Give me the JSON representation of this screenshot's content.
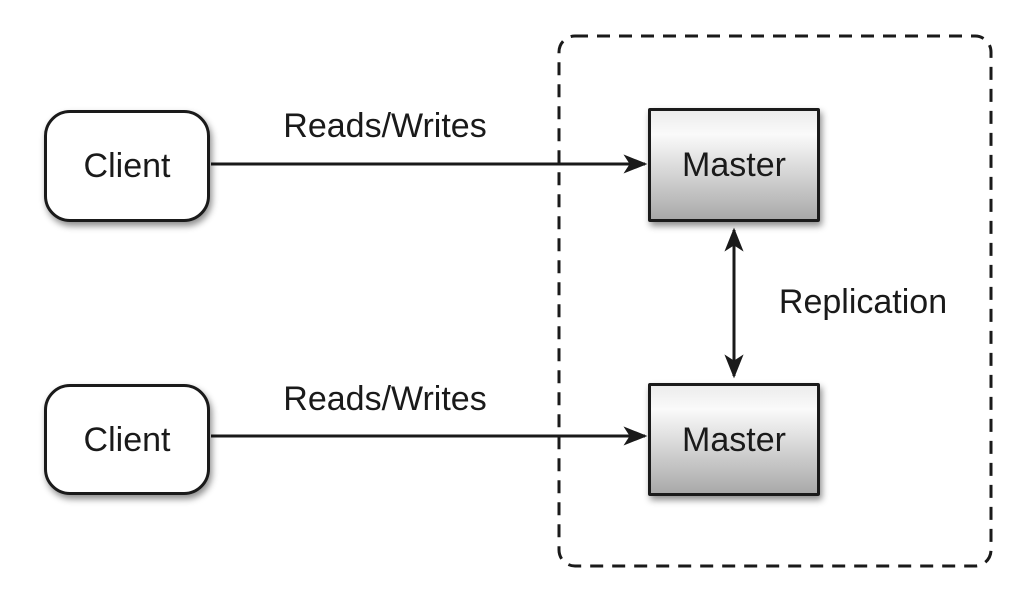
{
  "diagram": {
    "nodes": {
      "client_top": {
        "label": "Client"
      },
      "client_bottom": {
        "label": "Client"
      },
      "master_top": {
        "label": "Master"
      },
      "master_bottom": {
        "label": "Master"
      }
    },
    "edges": {
      "reads_writes_top": {
        "label": "Reads/Writes",
        "from": "client_top",
        "to": "master_top",
        "style": "single-arrow"
      },
      "reads_writes_bottom": {
        "label": "Reads/Writes",
        "from": "client_bottom",
        "to": "master_bottom",
        "style": "single-arrow"
      },
      "replication": {
        "label": "Replication",
        "from": "master_top",
        "to": "master_bottom",
        "style": "double-arrow"
      }
    },
    "group": {
      "style": "dashed-rounded-rectangle",
      "contains": [
        "master_top",
        "master_bottom"
      ]
    }
  },
  "colors": {
    "stroke": "#1a1a1a",
    "background": "#ffffff",
    "client_fill": "#ffffff",
    "master_gradient_top": "#ececec",
    "master_gradient_bottom": "#a9a9a9"
  }
}
